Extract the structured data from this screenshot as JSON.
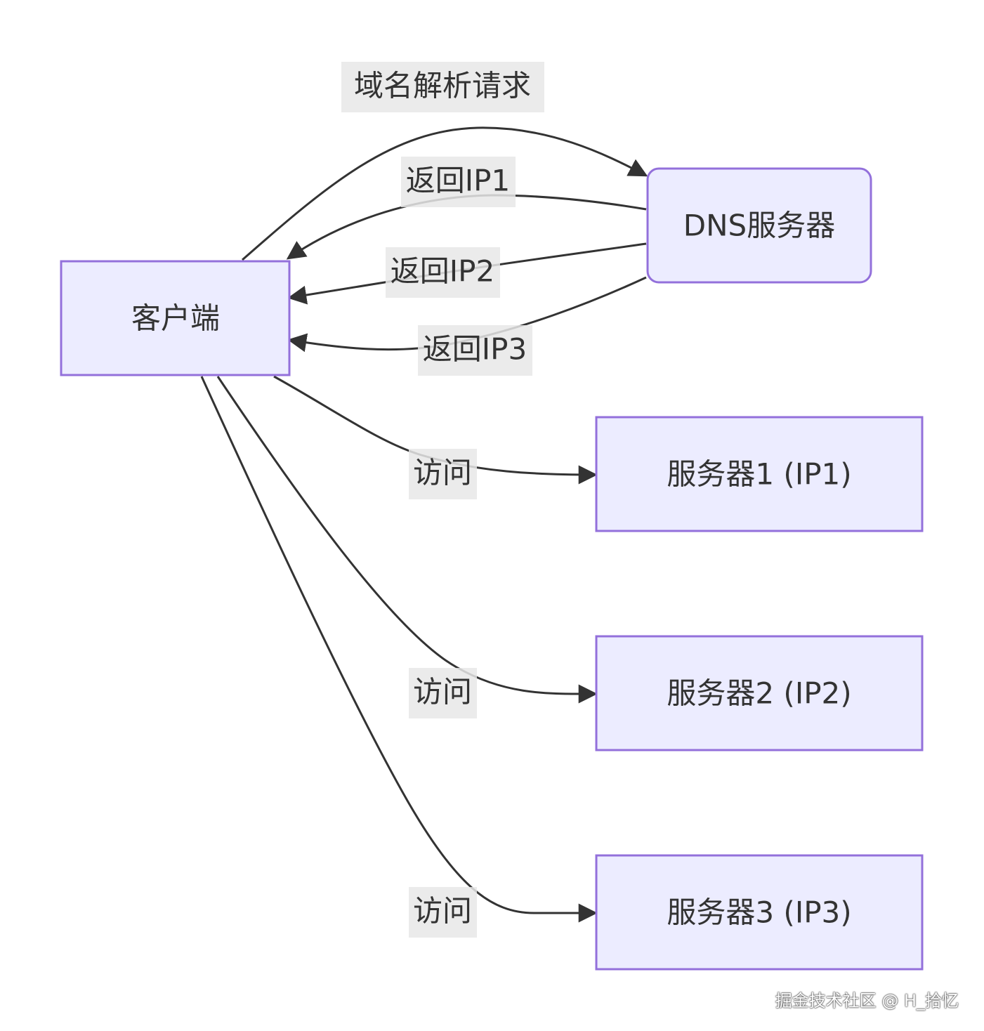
{
  "nodes": {
    "client": "客户端",
    "dns": "DNS服务器",
    "server1": "服务器1 (IP1)",
    "server2": "服务器2 (IP2)",
    "server3": "服务器3 (IP3)"
  },
  "edges": {
    "request": "域名解析请求",
    "return_ip1": "返回IP1",
    "return_ip2": "返回IP2",
    "return_ip3": "返回IP3",
    "visit1": "访问",
    "visit2": "访问",
    "visit3": "访问"
  },
  "watermark": "掘金技术社区 @ H_拾忆",
  "colors": {
    "node_fill": "#ECECFF",
    "node_stroke": "#9370DB",
    "edge": "#333333",
    "label_bg": "#e8e8e8"
  }
}
